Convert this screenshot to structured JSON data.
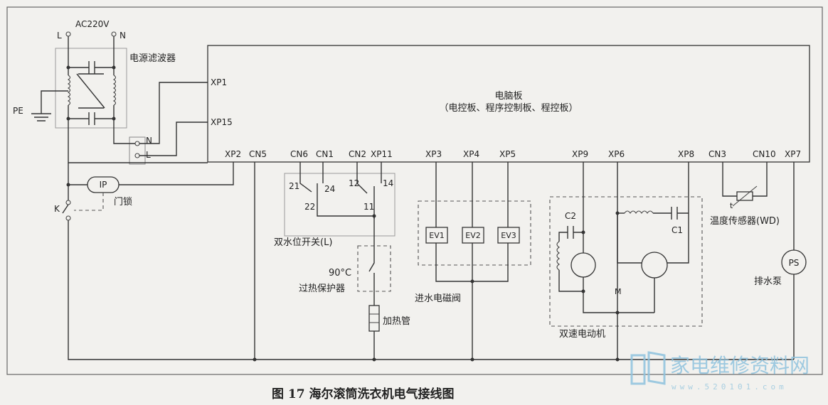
{
  "supply": {
    "voltage": "AC220V",
    "live": "L",
    "neutral": "N",
    "earth": "PE"
  },
  "filter_label": "电源滤波器",
  "board": {
    "title": "电脑板",
    "subtitle": "（电控板、程序控制板、程控板）"
  },
  "filter_out": {
    "n": "N",
    "l": "L"
  },
  "ports": {
    "xp1": "XP1",
    "xp15": "XP15",
    "xp2": "XP2",
    "cn5": "CN5",
    "cn6": "CN6",
    "cn1": "CN1",
    "cn2": "CN2",
    "xp11": "XP11",
    "xp3": "XP3",
    "xp4": "XP4",
    "xp5": "XP5",
    "xp9": "XP9",
    "xp6": "XP6",
    "xp8": "XP8",
    "cn3": "CN3",
    "cn10": "CN10",
    "xp7": "XP7"
  },
  "door_lock": {
    "symbol": "IP",
    "label": "门锁",
    "switch": "K"
  },
  "level_switch": {
    "label": "双水位开关(L)",
    "t21": "21",
    "t24": "24",
    "t22": "22",
    "t12": "12",
    "t14": "14",
    "t11": "11"
  },
  "overheat": {
    "temp": "90°C",
    "label": "过热保护器"
  },
  "heater": {
    "label": "加热管"
  },
  "valves": {
    "ev1": "EV1",
    "ev2": "EV2",
    "ev3": "EV3",
    "label": "进水电磁阀"
  },
  "motor": {
    "c2": "C2",
    "c1": "C1",
    "m": "M",
    "label": "双速电动机"
  },
  "sensor": {
    "t": "t",
    "label": "温度传感器(WD)"
  },
  "pump": {
    "symbol": "PS",
    "label": "排水泵"
  },
  "caption": "图 17  海尔滚筒洗衣机电气接线图",
  "watermark": {
    "text": "家电维修资料网",
    "url": "www.520101.com"
  },
  "colors": {
    "line": "#333333",
    "background": "#f2f1ee",
    "watermark": "#8fc3de"
  }
}
